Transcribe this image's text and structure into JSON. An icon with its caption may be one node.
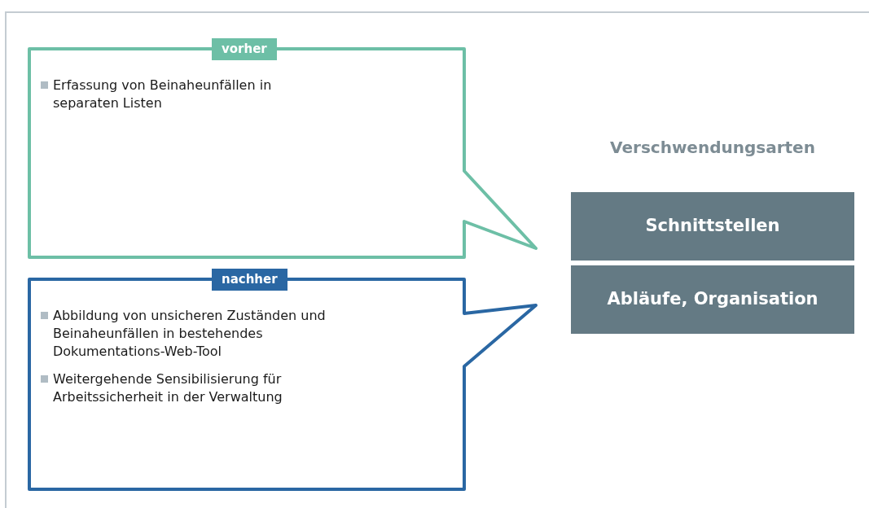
{
  "diagram": {
    "title": "Verschwendungsarten",
    "nodes": [
      {
        "text": [
          "vorher",
          "Erfassung von Beinaheunfällen in separaten Listen"
        ]
      },
      {
        "text": [
          "nachher",
          "Abbildung von unsicheren Zuständen und Beinaheunfällen in bestehendes Dokumentations-Web-Tool",
          "Weitergehende Sensibilisierung für Arbeitssicherheit in der Verwaltung"
        ]
      },
      {
        "text": [
          "Schnittstellen"
        ]
      },
      {
        "text": [
          "Abläufe, Organisation"
        ]
      }
    ]
  }
}
